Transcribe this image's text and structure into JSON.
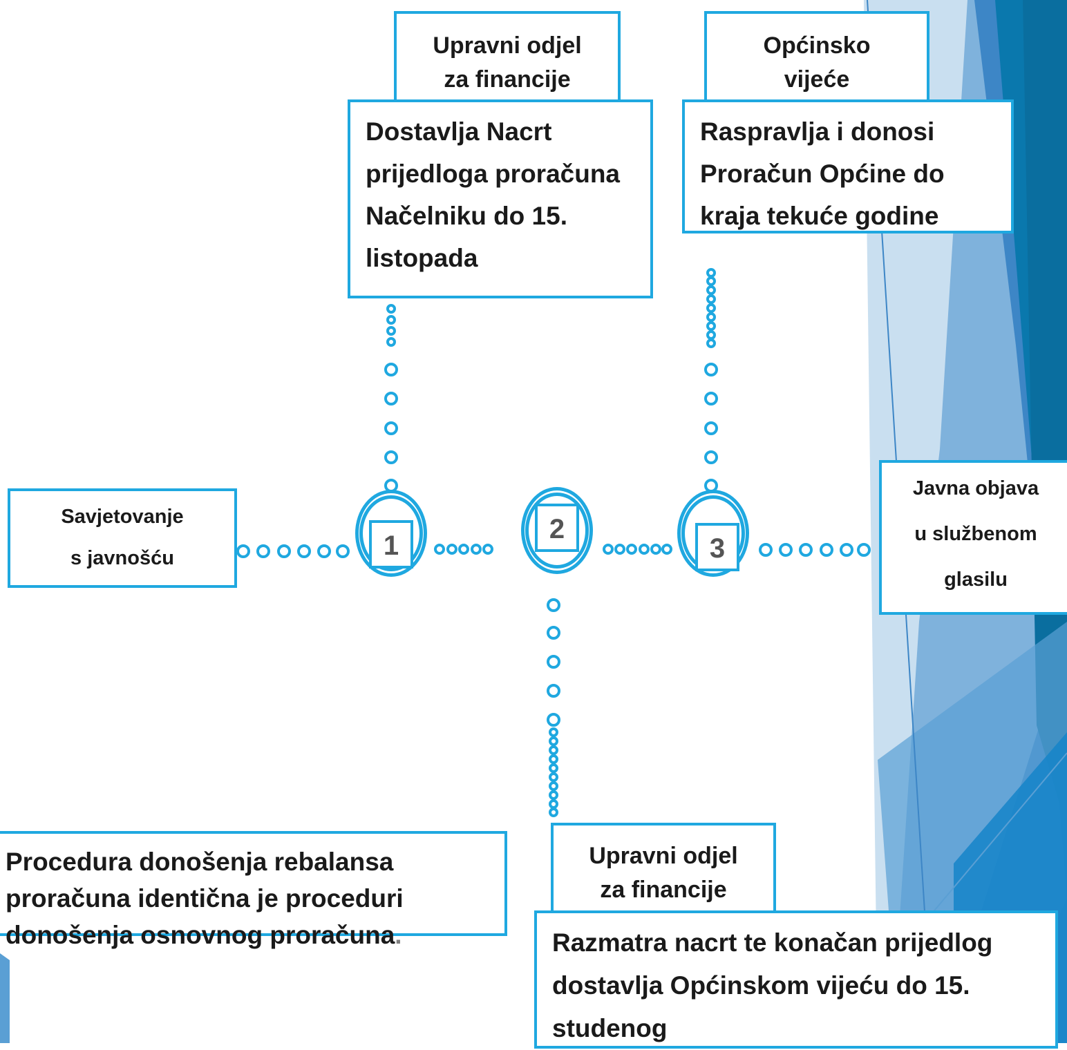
{
  "steps": [
    {
      "number": "1"
    },
    {
      "number": "2"
    },
    {
      "number": "3"
    }
  ],
  "step1": {
    "actor_line1": "Upravni odjel",
    "actor_line2": "za financije",
    "action_lines": [
      "Dostavlja Nacrt",
      "prijedloga proračuna",
      "Načelniku do 15.",
      "listopada"
    ]
  },
  "step2": {
    "actor_line1": "Upravni odjel",
    "actor_line2": "za financije",
    "action_lines": [
      "Razmatra nacrt te konačan prijedlog",
      "dostavlja Općinskom vijeću do 15.",
      "studenog"
    ]
  },
  "step3": {
    "actor_line1": "Općinsko",
    "actor_line2": "vijeće",
    "action_lines": [
      "Raspravlja i donosi",
      "Proračun Općine do",
      "kraja tekuće godine"
    ]
  },
  "start": {
    "line1": "Savjetovanje",
    "line2": "s javnošću"
  },
  "end": {
    "line1": "Javna objava",
    "line2": "u službenom",
    "line3": "glasilu"
  },
  "note": {
    "line1": "Procedura donošenja rebalansa",
    "line2": "proračuna identična je proceduri",
    "line3": "donošenja osnovnog proračuna",
    "line3_end": "."
  },
  "colors": {
    "accent": "#1fa8e0",
    "dark_blue": "#0b6fa8",
    "mid_blue": "#2e86c1",
    "light_blue": "#a9cce8"
  }
}
